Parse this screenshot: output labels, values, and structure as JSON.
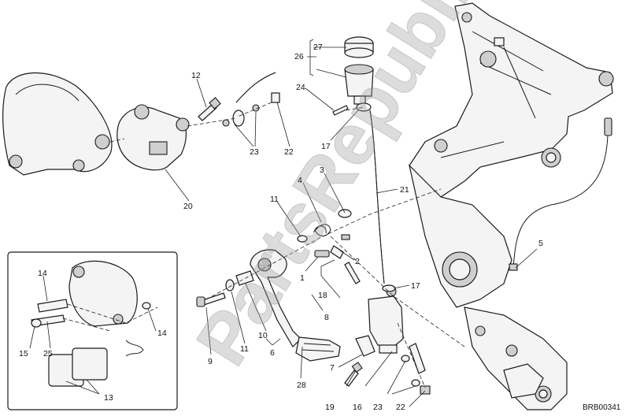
{
  "diagram": {
    "reference_code": "BRB00341",
    "watermark": "PartsRepublik",
    "callouts": [
      {
        "id": "c12",
        "text": "12"
      },
      {
        "id": "c20",
        "text": "20"
      },
      {
        "id": "c23a",
        "text": "23"
      },
      {
        "id": "c22a",
        "text": "22"
      },
      {
        "id": "c27",
        "text": "27"
      },
      {
        "id": "c26",
        "text": "26"
      },
      {
        "id": "c24",
        "text": "24"
      },
      {
        "id": "c17a",
        "text": "17"
      },
      {
        "id": "c3",
        "text": "3"
      },
      {
        "id": "c21",
        "text": "21"
      },
      {
        "id": "c11a",
        "text": "11"
      },
      {
        "id": "c4",
        "text": "4"
      },
      {
        "id": "c2",
        "text": "2"
      },
      {
        "id": "c1",
        "text": "1"
      },
      {
        "id": "c18",
        "text": "18"
      },
      {
        "id": "c17b",
        "text": "17"
      },
      {
        "id": "c5",
        "text": "5"
      },
      {
        "id": "c8",
        "text": "8"
      },
      {
        "id": "c9",
        "text": "9"
      },
      {
        "id": "c11b",
        "text": "11"
      },
      {
        "id": "c10",
        "text": "10"
      },
      {
        "id": "c6",
        "text": "6"
      },
      {
        "id": "c28",
        "text": "28"
      },
      {
        "id": "c7",
        "text": "7"
      },
      {
        "id": "c19",
        "text": "19"
      },
      {
        "id": "c16",
        "text": "16"
      },
      {
        "id": "c23b",
        "text": "23"
      },
      {
        "id": "c22b",
        "text": "22"
      },
      {
        "id": "c14a",
        "text": "14"
      },
      {
        "id": "c14b",
        "text": "14"
      },
      {
        "id": "c15",
        "text": "15"
      },
      {
        "id": "c25",
        "text": "25"
      },
      {
        "id": "c13",
        "text": "13"
      }
    ]
  }
}
